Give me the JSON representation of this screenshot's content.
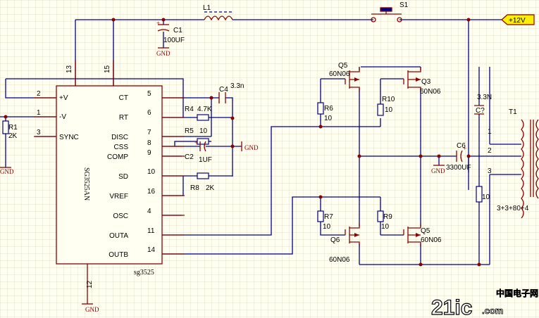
{
  "ic": {
    "part": "SG3525AN",
    "label": "sg3525",
    "pins_left": [
      {
        "num": "2",
        "name": "+V"
      },
      {
        "num": "1",
        "name": "-V"
      },
      {
        "num": "3",
        "name": "SYNC"
      }
    ],
    "pins_right": [
      {
        "num": "5",
        "name": "CT"
      },
      {
        "num": "6",
        "name": "RT"
      },
      {
        "num": "7",
        "name": "DISC"
      },
      {
        "num": "8",
        "name": "CSS"
      },
      {
        "num": "9",
        "name": "COMP"
      },
      {
        "num": "10",
        "name": "SD"
      },
      {
        "num": "16",
        "name": "VREF"
      },
      {
        "num": "4",
        "name": "OSC"
      },
      {
        "num": "11",
        "name": "OUTA"
      },
      {
        "num": "14",
        "name": "OUTB"
      }
    ],
    "pins_top": [
      "13",
      "15"
    ],
    "pin_bottom": "12"
  },
  "components": {
    "l1": "L1",
    "s1": "S1",
    "c1": {
      "ref": "C1",
      "value": "100UF"
    },
    "c2": {
      "ref": "C2",
      "value": "1UF"
    },
    "c4": {
      "ref": "C4",
      "value": "3.3n"
    },
    "cq": {
      "ref": "C?",
      "value": "3.3N"
    },
    "c6": {
      "ref": "C6",
      "value": "3300UF"
    },
    "r1": {
      "ref": "R1",
      "value": "2K"
    },
    "r4": {
      "ref": "R4",
      "value": "4.7K"
    },
    "r5": {
      "ref": "R5",
      "value": "10"
    },
    "r8": {
      "ref": "R8",
      "value": "2K"
    },
    "r6": {
      "ref": "R6",
      "value": "10"
    },
    "r7": {
      "ref": "R7",
      "value": "10"
    },
    "r9": {
      "ref": "R9",
      "value": "10"
    },
    "r10": {
      "ref": "R10",
      "value": "10"
    },
    "rb": {
      "value": "10"
    },
    "q5a": {
      "ref": "Q5",
      "part": "60N06"
    },
    "q3": {
      "ref": "Q3",
      "part": "60N06"
    },
    "q6": {
      "ref": "Q6",
      "part": "60N06"
    },
    "q5b": {
      "ref": "Q5",
      "part": "60N06"
    },
    "t1": {
      "ref": "T1",
      "winding": "3+3+80+4",
      "pins": [
        "1",
        "2",
        "3"
      ]
    }
  },
  "power": {
    "vcc": "+12V",
    "gnd": "GND"
  },
  "watermark": {
    "main": "21ic",
    "dot": ".com",
    "cn": "中国电子网"
  }
}
